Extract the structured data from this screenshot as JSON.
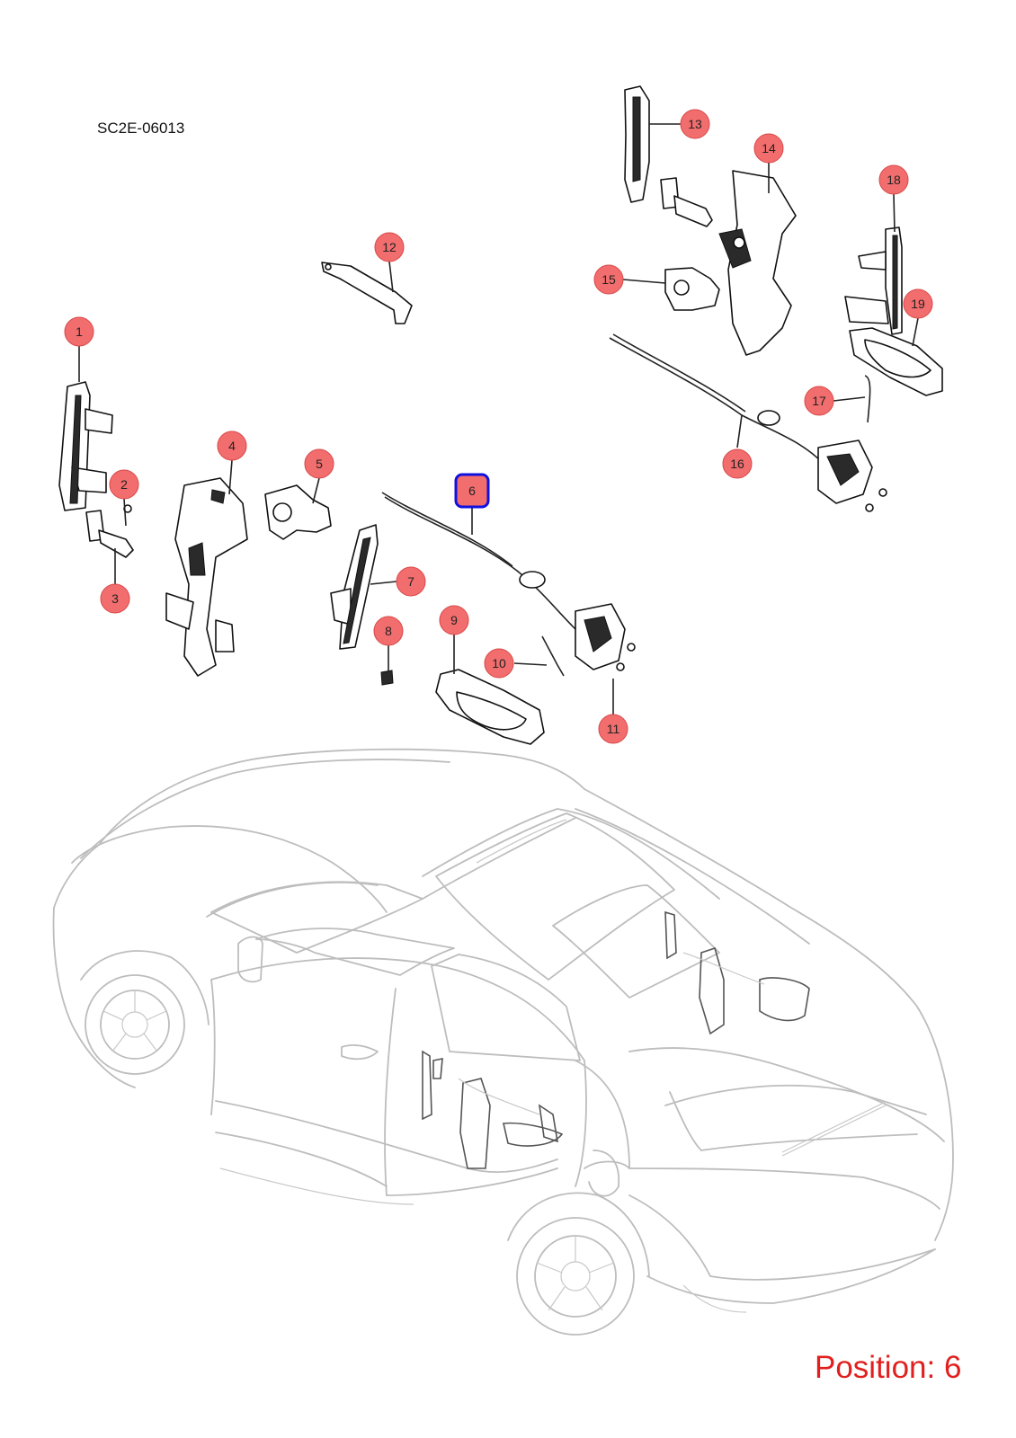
{
  "diagram_code": "SC2E-06013",
  "position_label": "Position: 6",
  "selected_callout": "6",
  "colors": {
    "callout_fill": "#f26d6d",
    "callout_stroke": "#d94848",
    "selected_stroke": "#1010e0",
    "position_text": "#e0201e"
  },
  "callouts": [
    "1",
    "2",
    "3",
    "4",
    "5",
    "6",
    "7",
    "8",
    "9",
    "10",
    "11",
    "12",
    "13",
    "14",
    "15",
    "16",
    "17",
    "18",
    "19"
  ]
}
